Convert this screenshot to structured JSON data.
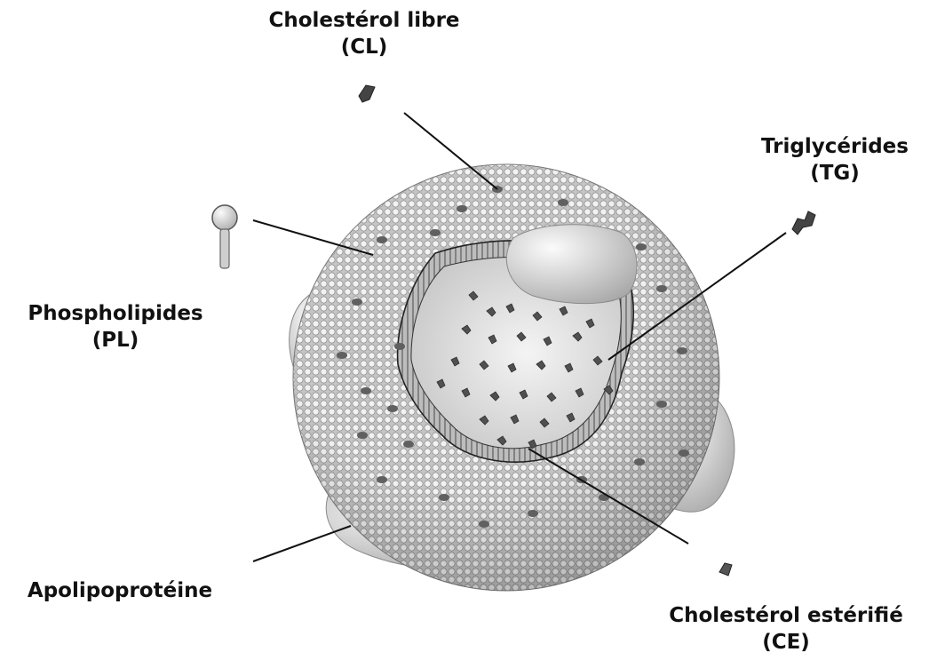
{
  "labels": {
    "free_cholesterol": {
      "name": "Cholestérol libre",
      "abbr": "(CL)"
    },
    "triglycerides": {
      "name": "Triglycérides",
      "abbr": "(TG)"
    },
    "phospholipids": {
      "name": "Phospholipides",
      "abbr": "(PL)"
    },
    "apolipoprotein": {
      "name": "Apolipoprotéine"
    },
    "esterified_cholesterol": {
      "name": "Cholestérol estérifié",
      "abbr": "(CE)"
    }
  },
  "colors": {
    "surface": "#cfcfcf",
    "core": "#dedede",
    "molecule": "#555555",
    "apoprotein": "#c8c8c8",
    "line": "#111111"
  }
}
